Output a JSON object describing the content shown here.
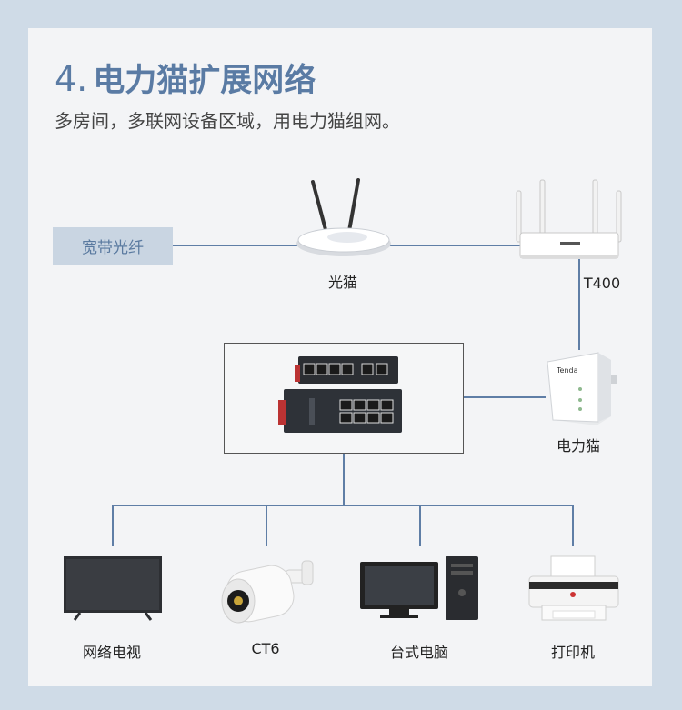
{
  "header": {
    "number": "4.",
    "title": "电力猫扩展网络",
    "subtitle": "多房间，多联网设备区域，用电力猫组网。"
  },
  "diagram": {
    "fiber_label": "宽带光纤",
    "modem_label": "光猫",
    "router_label": "T400",
    "plc_label": "电力猫",
    "plc_brand": "Tenda",
    "switch_label": "",
    "devices": [
      {
        "label": "网络电视",
        "icon": "tv-icon"
      },
      {
        "label": "CT6",
        "icon": "security-camera-icon"
      },
      {
        "label": "台式电脑",
        "icon": "desktop-computer-icon"
      },
      {
        "label": "打印机",
        "icon": "printer-icon"
      }
    ]
  },
  "colors": {
    "accent": "#5a7ba4",
    "line": "#5f7ea6",
    "background": "#cfdbe7",
    "card": "#f3f4f6"
  }
}
